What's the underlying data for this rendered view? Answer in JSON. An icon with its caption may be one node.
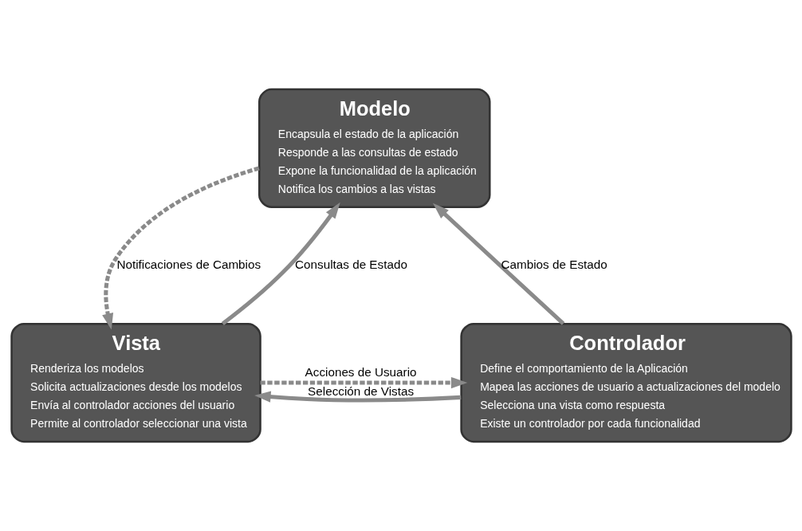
{
  "diagram": {
    "nodes": [
      {
        "text": [
          "Modelo",
          "Encapsula el estado de la aplicación",
          "Responde a las consultas de estado",
          "Expone la funcionalidad de la aplicación",
          "Notifica los cambios a las vistas"
        ]
      },
      {
        "text": [
          "Vista",
          "Renderiza los modelos",
          "Solicita actualizaciones desde los modelos",
          "Envía al controlador acciones del usuario",
          "Permite al controlador seleccionar una vista"
        ]
      },
      {
        "text": [
          "Controlador",
          "Define el comportamiento de la Aplicación",
          "Mapea las acciones de usuario a actualizaciones del modelo",
          "Selecciona una vista como respuesta",
          "Existe un controlador por cada funcionalidad"
        ]
      }
    ],
    "edges": [
      {
        "from": 1,
        "to": 0,
        "arrow": "to",
        "label": "Consultas de Estado"
      },
      {
        "from": 0,
        "to": 1,
        "arrow": "to",
        "label": "Notificaciones de Cambios",
        "style": "dashed"
      },
      {
        "from": 2,
        "to": 0,
        "arrow": "to",
        "label": "Cambios de Estado"
      },
      {
        "from": 2,
        "to": 1,
        "arrow": "to",
        "label": "Selección de Vistas"
      },
      {
        "from": 1,
        "to": 2,
        "arrow": "to",
        "label": "Acciones de Usuario",
        "style": "dashed"
      }
    ]
  }
}
